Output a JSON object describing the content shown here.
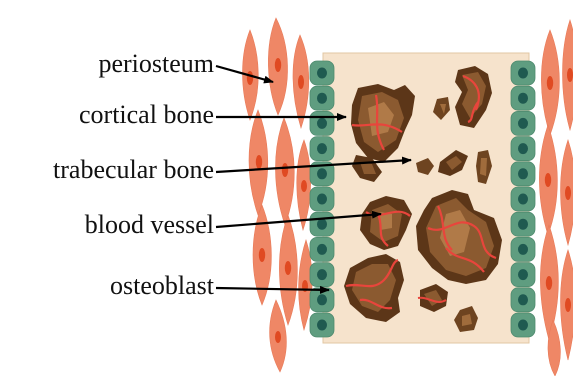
{
  "labels": {
    "periosteum": "periosteum",
    "cortical_bone": "cortical bone",
    "trabecular_bone": "trabecular bone",
    "blood_vessel": "blood vessel",
    "osteoblast": "osteoblast"
  },
  "colors": {
    "matrix": "#f6e3cc",
    "matrix_border": "#e2c7a3",
    "osteoblast_cell": "#5f9d80",
    "osteoblast_nucleus": "#1f5a50",
    "periosteum_cell": "#ef8766",
    "periosteum_nucleus": "#e04a22",
    "bone_dark": "#5c3618",
    "bone_mid": "#8b5a30",
    "bone_light": "#b07a48",
    "vessel": "#e8453c",
    "arrow": "#000000"
  }
}
